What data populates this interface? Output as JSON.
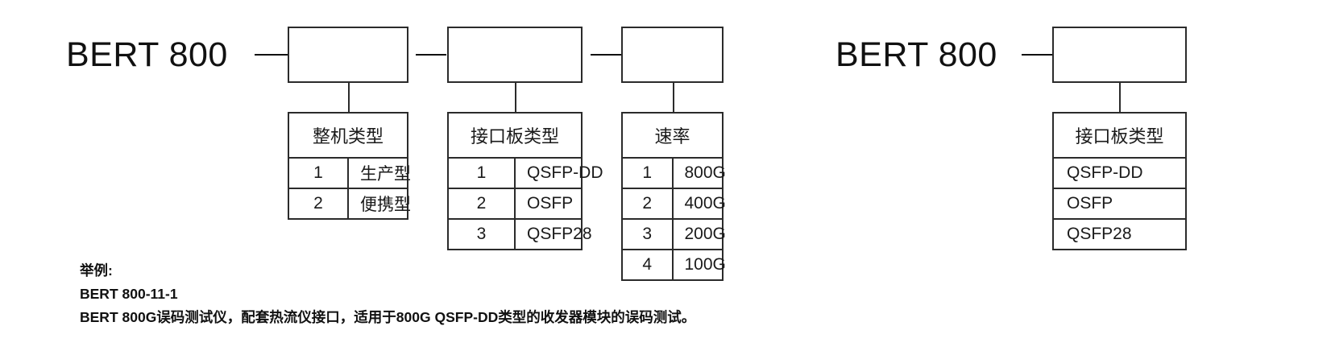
{
  "colors": {
    "line": "#2b2b2b",
    "text": "#111111",
    "background": "#ffffff"
  },
  "diagrams": [
    {
      "id": "full-model-naming",
      "title": "BERT 800",
      "groups": [
        {
          "id": "chassis-type",
          "header": "整机类型",
          "has_index": true,
          "rows": [
            {
              "index": "1",
              "value": "生产型"
            },
            {
              "index": "2",
              "value": "便携型"
            }
          ]
        },
        {
          "id": "interface-board-type",
          "header": "接口板类型",
          "has_index": true,
          "rows": [
            {
              "index": "1",
              "value": "QSFP-DD"
            },
            {
              "index": "2",
              "value": "OSFP"
            },
            {
              "index": "3",
              "value": "QSFP28"
            }
          ]
        },
        {
          "id": "speed",
          "header": "速率",
          "has_index": true,
          "rows": [
            {
              "index": "1",
              "value": "800G"
            },
            {
              "index": "2",
              "value": "400G"
            },
            {
              "index": "3",
              "value": "200G"
            },
            {
              "index": "4",
              "value": "100G"
            }
          ]
        }
      ]
    },
    {
      "id": "interface-board-naming",
      "title": "BERT 800",
      "groups": [
        {
          "id": "interface-board-type-only",
          "header": "接口板类型",
          "has_index": false,
          "rows": [
            {
              "index": "",
              "value": "QSFP-DD"
            },
            {
              "index": "",
              "value": "OSFP"
            },
            {
              "index": "",
              "value": "QSFP28"
            }
          ]
        }
      ]
    }
  ],
  "example": {
    "label": "举例:",
    "model_code": "BERT 800-11-1",
    "description": "BERT 800G误码测试仪，配套热流仪接口，适用于800G QSFP-DD类型的收发器模块的误码测试。"
  }
}
